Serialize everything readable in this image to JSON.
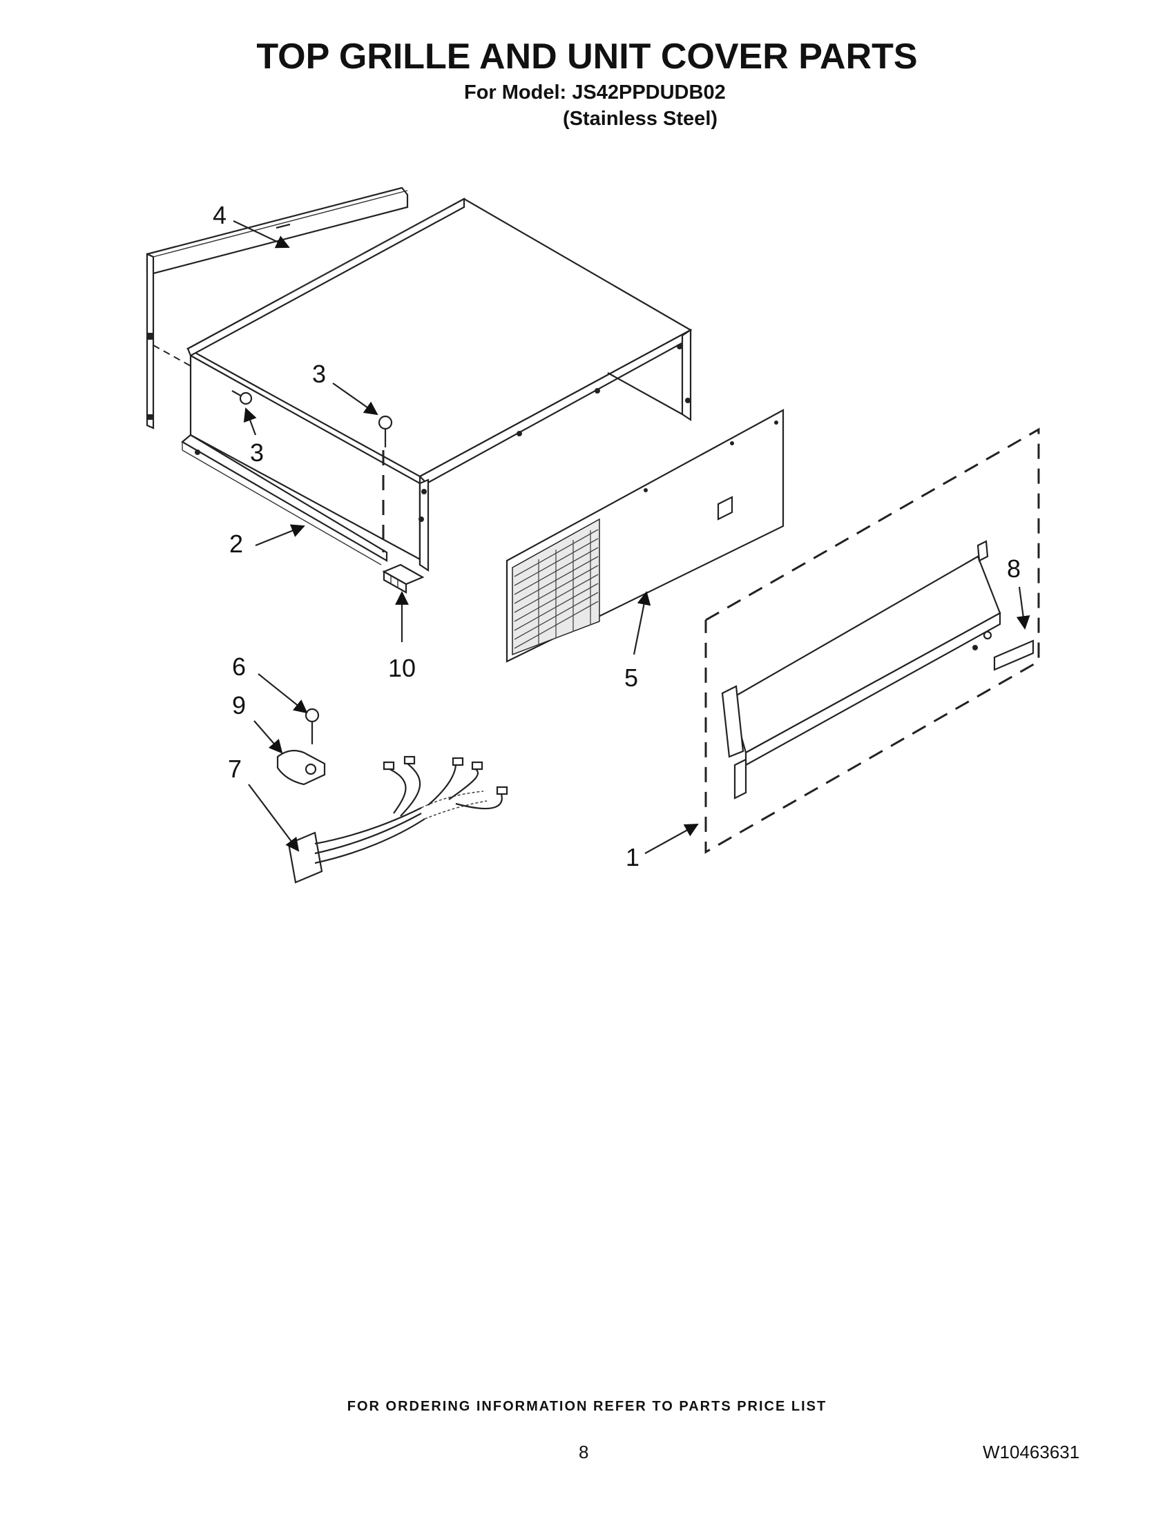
{
  "header": {
    "title": "TOP GRILLE AND UNIT COVER PARTS",
    "model_line": "For Model: JS42PPDUDB02",
    "finish_line": "(Stainless Steel)"
  },
  "callouts": {
    "c1": "1",
    "c2": "2",
    "c3a": "3",
    "c3b": "3",
    "c4": "4",
    "c5": "5",
    "c6": "6",
    "c7": "7",
    "c8": "8",
    "c9": "9",
    "c10": "10"
  },
  "footer": {
    "ordering_note": "FOR ORDERING INFORMATION REFER TO PARTS PRICE LIST",
    "page_number": "8",
    "document_number": "W10463631"
  }
}
